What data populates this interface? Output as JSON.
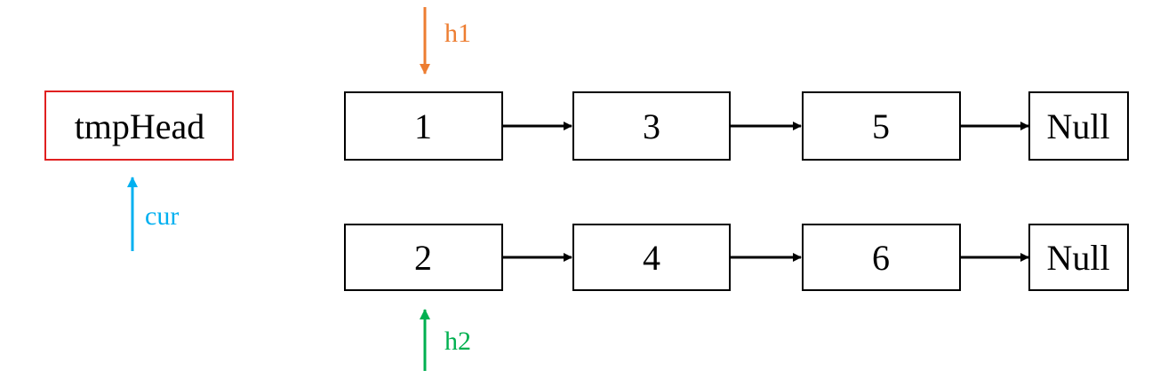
{
  "head_node": {
    "label": "tmpHead",
    "border_color": "#e02020"
  },
  "list1": {
    "nodes": [
      "1",
      "3",
      "5"
    ],
    "terminal": "Null"
  },
  "list2": {
    "nodes": [
      "2",
      "4",
      "6"
    ],
    "terminal": "Null"
  },
  "pointers": {
    "h1": {
      "label": "h1",
      "color": "#ed7d31",
      "direction": "down"
    },
    "h2": {
      "label": "h2",
      "color": "#00b050",
      "direction": "up"
    },
    "cur": {
      "label": "cur",
      "color": "#00b0f0",
      "direction": "up"
    }
  },
  "colors": {
    "node_border": "#000000",
    "link_arrow": "#000000"
  }
}
